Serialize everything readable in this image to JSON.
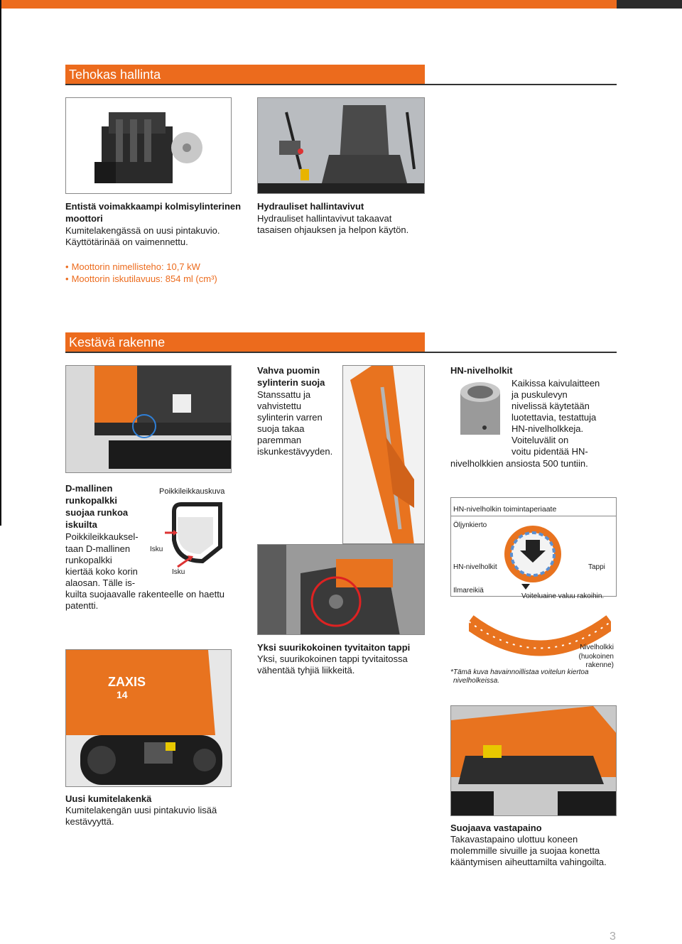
{
  "header": {
    "accent_color": "#ec6b1d"
  },
  "section1": {
    "title": "Tehokas hallinta",
    "engine": {
      "title_line1": "Entistä voimakkaampi kolmisylinterinen",
      "title_line2": "moottori",
      "body_line1": "Kumitelakengässä on uusi pintakuvio.",
      "body_line2": "Käyttötärinää on vaimennettu."
    },
    "controls": {
      "title": "Hydrauliset hallintavivut",
      "body_line1": "Hydrauliset hallintavivut takaavat",
      "body_line2": "tasaisen ohjauksen ja helpon käytön."
    },
    "bullets": [
      "Moottorin nimellisteho: 10,7 kW",
      "Moottorin iskutilavuus: 854 ml (cm³)"
    ]
  },
  "section2": {
    "title": "Kestävä rakenne",
    "boom_guard": {
      "title_line1": "Vahva puomin",
      "title_line2": "sylinterin suoja",
      "body_lines": [
        "Stanssattu ja",
        "vahvistettu",
        "sylinterin varren",
        "suoja takaa",
        "paremman",
        "iskunkestävyyden."
      ]
    },
    "hn_bushing": {
      "title": "HN-nivelholkit",
      "body_lines": [
        "Kaikissa kaivulaitteen",
        "ja puskulevyn",
        "nivelissä käytetään",
        "luotettavia, testattuja",
        "HN-nivelholkkeja.",
        "Voiteluvälit on",
        "voitu pidentää HN-"
      ],
      "body_last": "nivelholkkien ansiosta 500 tuntiin."
    },
    "d_frame": {
      "title_lines": [
        "D-mallinen",
        "runkopalkki",
        "suojaa runkoa",
        "iskuilta"
      ],
      "body_lines": [
        "Poikkileikkauksel-",
        "taan D-mallinen",
        "runkopalkki",
        "kiertää koko korin",
        "alaosan. Tälle is-"
      ],
      "body_last_lines": [
        "kuilta suojaavalle rakenteelle on haettu",
        "patentti."
      ],
      "diagram_title": "Poikkileikkauskuva",
      "impact_label_1": "Isku",
      "impact_label_2": "Isku"
    },
    "hn_diagram": {
      "title": "HN-nivelholkin toimintaperiaate",
      "oil_groove": "Öljynkierto",
      "hn_bushing": "HN-nivelholkit",
      "pin": "Tappi",
      "air_hole": "Ilmareikiä",
      "lubricant": "Voiteluaine valuu rakoihin.",
      "bushing_line1": "Nivelholkki",
      "bushing_line2": "(huokoinen rakenne)",
      "note_line1": "*Tämä kuva havainnoillistaa voitelun kiertoa",
      "note_line2": "nivelholkeissa."
    },
    "pin": {
      "title": "Yksi suurikokoinen tyvitaiton tappi",
      "body_line1": "Yksi, suurikokoinen tappi tyvitaitossa",
      "body_line2": "vähentää tyhjiä liikkeitä."
    },
    "track": {
      "title": "Uusi kumitelakenkä",
      "body_line1": "Kumitelakengän uusi pintakuvio lisää",
      "body_line2": "kestävyyttä.",
      "brand": "ZAXIS",
      "model": "14"
    },
    "counterweight": {
      "title": "Suojaava vastapaino",
      "body_line1": "Takavastapaino ulottuu koneen",
      "body_line2": "molemmille sivuille ja suojaa konetta",
      "body_line3": "kääntymisen aiheuttamilta vahingoilta."
    }
  },
  "page_number": "3"
}
